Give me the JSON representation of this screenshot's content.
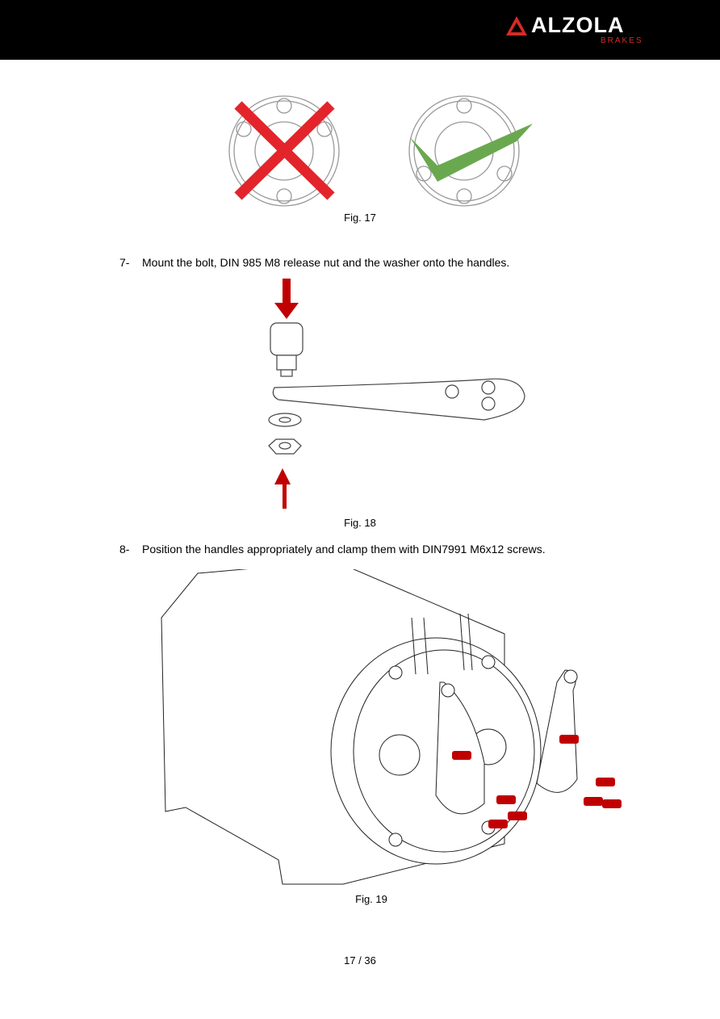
{
  "header": {
    "brand": "ALZOLA",
    "brand_sub": "BRAKES"
  },
  "figures": [
    {
      "caption": "Fig. 17"
    },
    {
      "caption": "Fig. 18"
    },
    {
      "caption": "Fig. 19"
    }
  ],
  "steps": [
    {
      "num": "7-",
      "text": "Mount the bolt, DIN 985 M8 release nut and the washer onto the handles."
    },
    {
      "num": "8-",
      "text": "Position the handles appropriately and clamp them with DIN7991 M6x12 screws."
    }
  ],
  "footer": {
    "page": "17 / 36"
  },
  "colors": {
    "brand_red": "#d52b27",
    "cross": "#e3242b",
    "check": "#6aa84f"
  }
}
